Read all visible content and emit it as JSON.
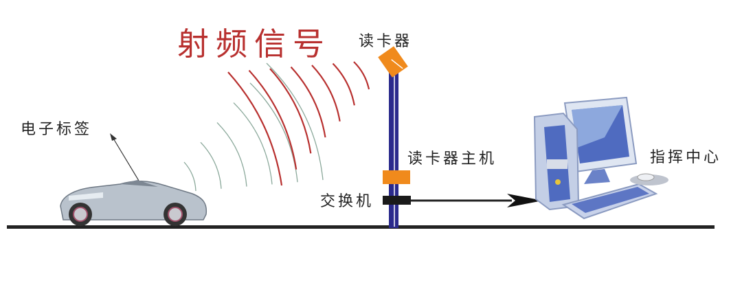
{
  "labels": {
    "rf_signal": "射频信号",
    "reader": "读卡器",
    "electronic_tag": "电子标签",
    "reader_host": "读卡器主机",
    "switch": "交换机",
    "command_center": "指挥中心"
  },
  "colors": {
    "rf_text": "#b8302f",
    "red_wave": "#b8302f",
    "green_wave": "#8aa89a",
    "pole": "#2b2a8c",
    "reader_box": "#f08a1c",
    "ground": "#222222"
  }
}
